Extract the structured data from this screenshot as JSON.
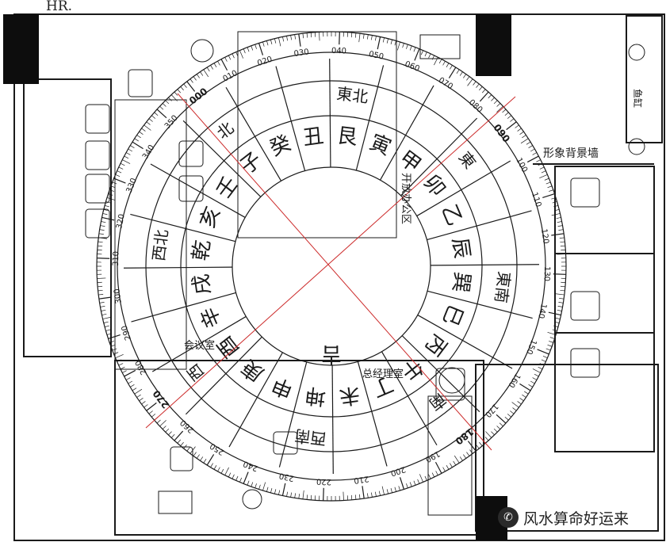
{
  "floorplan": {
    "hr_label": "HR.",
    "rooms": {
      "open_office": "开放办公区",
      "meeting": "会议室",
      "gm_office": "总经理室",
      "image_wall": "形象背景墙",
      "stamp_left": "鱼缸"
    }
  },
  "compass": {
    "center_char": "吉",
    "ring_chars": [
      "乾",
      "亥",
      "壬",
      "子",
      "癸",
      "丑",
      "艮",
      "寅",
      "甲",
      "卯",
      "乙",
      "辰",
      "巽",
      "巳",
      "丙",
      "午",
      "丁",
      "未",
      "坤",
      "申",
      "庚",
      "酉",
      "辛",
      "戌"
    ],
    "direction_labels": [
      "北",
      "東北",
      "東",
      "東南",
      "南",
      "西南",
      "西",
      "西北"
    ],
    "degree_major_labels": [
      "000",
      "090",
      "180",
      "270"
    ],
    "degree_minor_labels": [
      "010",
      "020",
      "030",
      "040",
      "050",
      "060",
      "070",
      "080",
      "100",
      "110",
      "120",
      "130",
      "140",
      "150",
      "160",
      "170",
      "190",
      "200",
      "210",
      "220",
      "230",
      "240",
      "250",
      "260",
      "280",
      "290",
      "300",
      "310",
      "320",
      "330",
      "340",
      "350"
    ]
  },
  "watermark": {
    "icon": "wechat-icon",
    "text": "风水算命好运来"
  },
  "colors": {
    "line": "#1a1a1a",
    "axis_red": "#cc2a2a",
    "black_block": "#0d0d0d"
  }
}
